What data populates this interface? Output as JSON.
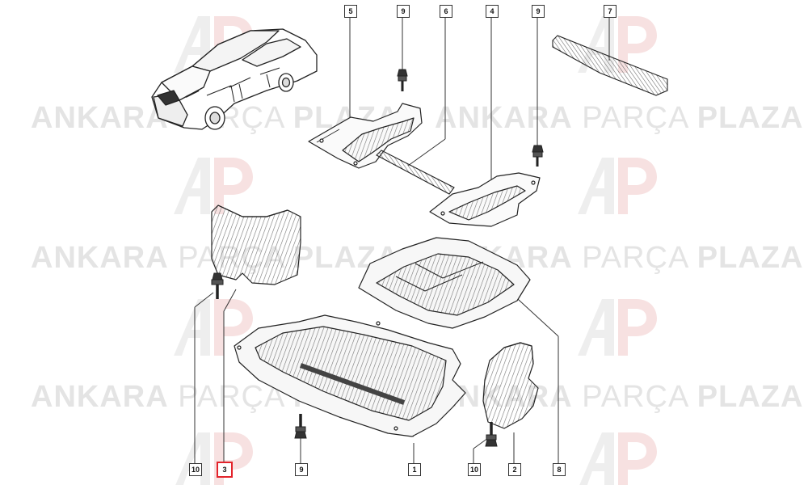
{
  "watermark": {
    "word1": "ANKARA",
    "word2": "PARÇA",
    "word3": "PLAZA",
    "logo_text": "AP",
    "color": "#e4e4e4"
  },
  "callouts": [
    {
      "id": "c5",
      "label": "5"
    },
    {
      "id": "c9a",
      "label": "9"
    },
    {
      "id": "c6",
      "label": "6"
    },
    {
      "id": "c4",
      "label": "4"
    },
    {
      "id": "c9b",
      "label": "9"
    },
    {
      "id": "c7",
      "label": "7"
    },
    {
      "id": "c10a",
      "label": "10"
    },
    {
      "id": "c3",
      "label": "3",
      "highlighted": true
    },
    {
      "id": "c9c",
      "label": "9"
    },
    {
      "id": "c1",
      "label": "1"
    },
    {
      "id": "c10b",
      "label": "10"
    },
    {
      "id": "c2",
      "label": "2"
    },
    {
      "id": "c8",
      "label": "8"
    }
  ],
  "colors": {
    "line": "#222222",
    "highlight": "#e3232b",
    "part_fill": "#f2f2f2",
    "shade": "#555555"
  }
}
